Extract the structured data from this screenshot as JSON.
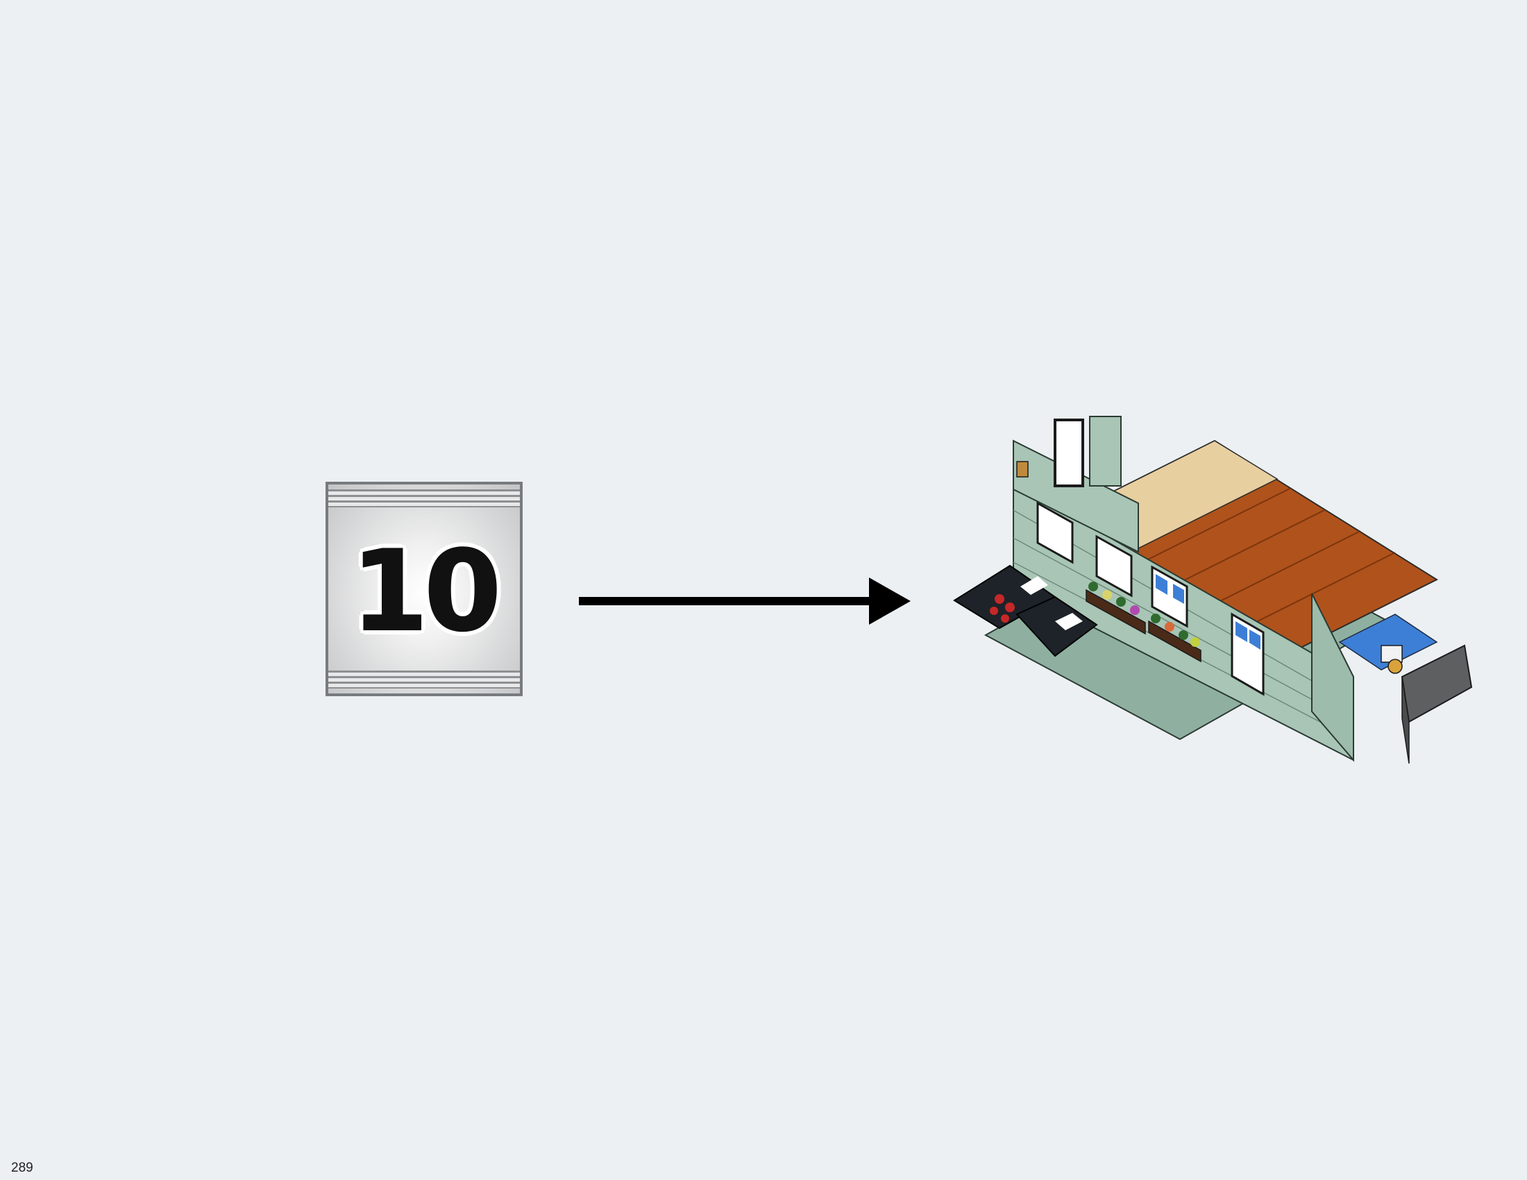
{
  "bag": {
    "number": "10"
  },
  "page": {
    "number": "289"
  },
  "colors": {
    "background": "#ecf0f3",
    "arrow": "#000000",
    "wall_sand_green": "#a8c5b5",
    "roof_brown": "#b0521b",
    "roof_tan": "#e8cfa0",
    "window_blue": "#3d7fd6",
    "dark_gray": "#5d5f61"
  },
  "icons": {
    "bag": "numbered-parts-bag-icon",
    "arrow": "right-arrow-icon",
    "model": "completed-building-model-illustration"
  }
}
